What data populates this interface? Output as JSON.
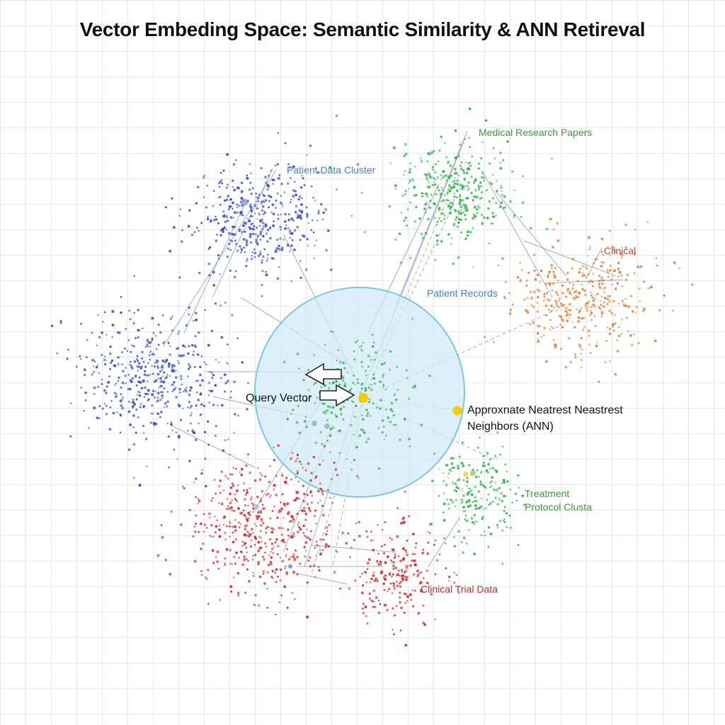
{
  "title": "Vector Embeding Space: Semantic Similarity & ANN Retireval",
  "colors": {
    "blue": "#3b4fc9",
    "green": "#33b54a",
    "orange": "#e0823a",
    "red": "#cf2f2f",
    "circle_fill": "#cfeaf7",
    "circle_stroke": "#7cc6e4",
    "query": "#f5cc00"
  },
  "labels": {
    "patient_data_cluster": "Patient Data Cluster",
    "medical_research_papers": "Medical Research Papers",
    "clinical": "Clinical",
    "patient_records": "Patient Records",
    "query_vector": "Query Vector",
    "ann_line1": "Approxnate Neatrest Neastrest",
    "ann_line2": "Neighbors (ANN)",
    "treatment_line1": "Treatment",
    "treatment_line2": "Protocol Clusta",
    "clinical_trial_data": "Clinical Trial Data"
  }
}
